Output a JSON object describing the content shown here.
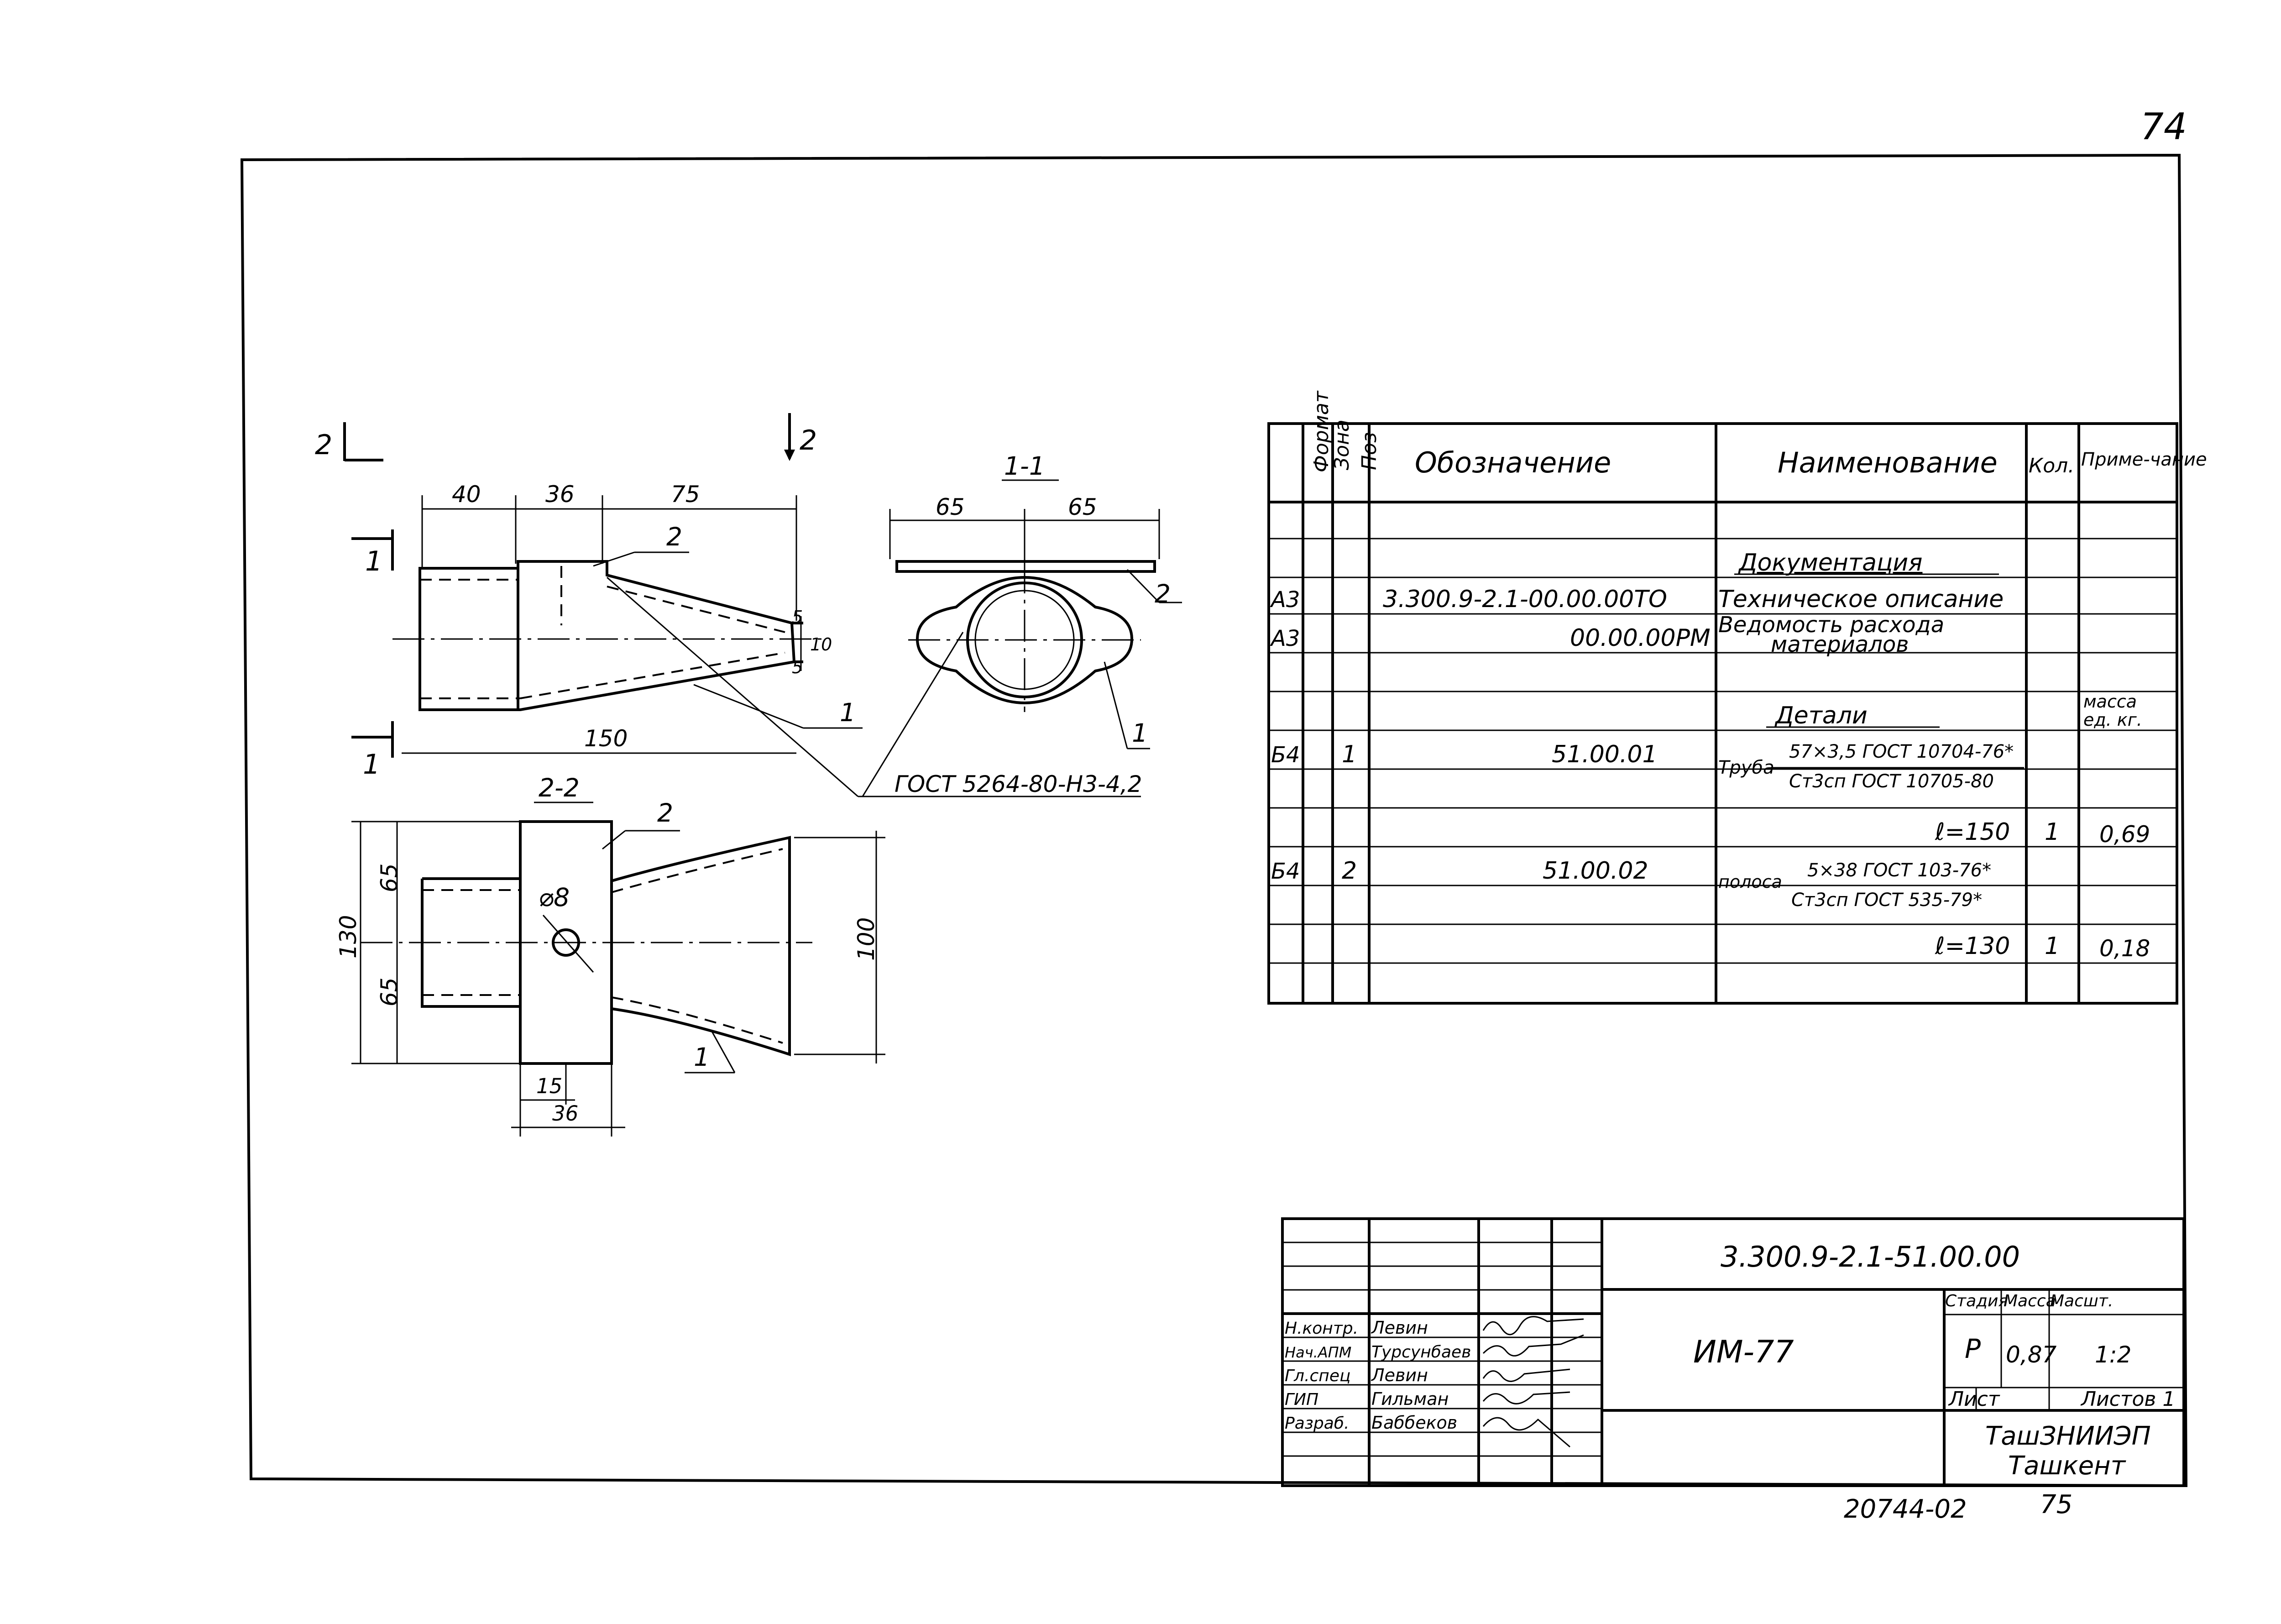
{
  "page_number_top": "74",
  "drawing": {
    "section_22_marker_left": "2",
    "section_22_marker_right": "2",
    "section_11_marker_top": "1",
    "section_11_marker_bottom": "1",
    "dims_top": [
      "40",
      "36",
      "75"
    ],
    "dim_total": "150",
    "dim_tip_a": "5",
    "dim_tip_b": "5",
    "dim_tip_c": "10",
    "pos1": "1",
    "pos2": "2",
    "section_11_title": "1-1",
    "section_11_dims": [
      "65",
      "65"
    ],
    "section_11_pos2": "2",
    "section_11_pos1": "1",
    "weld_note": "ГОСТ 5264-80-Н3-4,2",
    "section_22_title": "2-2",
    "section_22_pos2": "2",
    "section_22_pos1": "1",
    "section_22_hole": "⌀8",
    "section_22_dims_left": [
      "65",
      "65"
    ],
    "section_22_dim_total": "130",
    "section_22_dim_right": "100",
    "section_22_dim_bottom_a": "15",
    "section_22_dim_bottom_b": "36"
  },
  "spec": {
    "headers": {
      "format": "Формат",
      "zone": "Зона",
      "pos": "Поз",
      "designation": "Обозначение",
      "name": "Наименование",
      "qty": "Кол.",
      "note": "Приме-чание"
    },
    "section_docs": "Документация",
    "doc1_format": "А3",
    "doc1_designation": "3.300.9-2.1-00.00.00ТО",
    "doc1_name": "Техническое описание",
    "doc2_format": "А3",
    "doc2_designation": "00.00.00РМ",
    "doc2_name_l1": "Ведомость расхода",
    "doc2_name_l2": "материалов",
    "section_details": "Детали",
    "note_mass_l1": "масса",
    "note_mass_l2": "ед. кг.",
    "item1_format": "Б4",
    "item1_pos": "1",
    "item1_designation": "51.00.01",
    "item1_prefix": "Труба",
    "item1_top": "57×3,5 ГОСТ 10704-76*",
    "item1_bottom": "Ст3сп ГОСТ 10705-80",
    "item1_length": "ℓ=150",
    "item1_qty": "1",
    "item1_mass": "0,69",
    "item2_format": "Б4",
    "item2_pos": "2",
    "item2_designation": "51.00.02",
    "item2_prefix": "полоса",
    "item2_top": "5×38 ГОСТ 103-76*",
    "item2_bottom": "Ст3сп ГОСТ 535-79*",
    "item2_length": "ℓ=130",
    "item2_qty": "1",
    "item2_mass": "0,18"
  },
  "title_block": {
    "doc_code": "3.300.9-2.1-51.00.00",
    "product": "ИМ-77",
    "stage_label": "Стадия",
    "mass_label": "Масса",
    "scale_label": "Масшт.",
    "stage": "Р",
    "mass": "0,87",
    "scale": "1:2",
    "sheet_label": "Лист",
    "sheets_label": "Листов 1",
    "org_l1": "ТашЗНИИЭП",
    "org_l2": "Ташкент",
    "roles": [
      {
        "role": "Н.контр.",
        "name": "Левин"
      },
      {
        "role": "Нач.АПМ",
        "name": "Турсунбаев"
      },
      {
        "role": "Гл.спец",
        "name": "Левин"
      },
      {
        "role": "ГИП",
        "name": "Гильман"
      },
      {
        "role": "Разраб.",
        "name": "Баббеков"
      }
    ]
  },
  "footer_code": "20744-02",
  "footer_page": "75"
}
